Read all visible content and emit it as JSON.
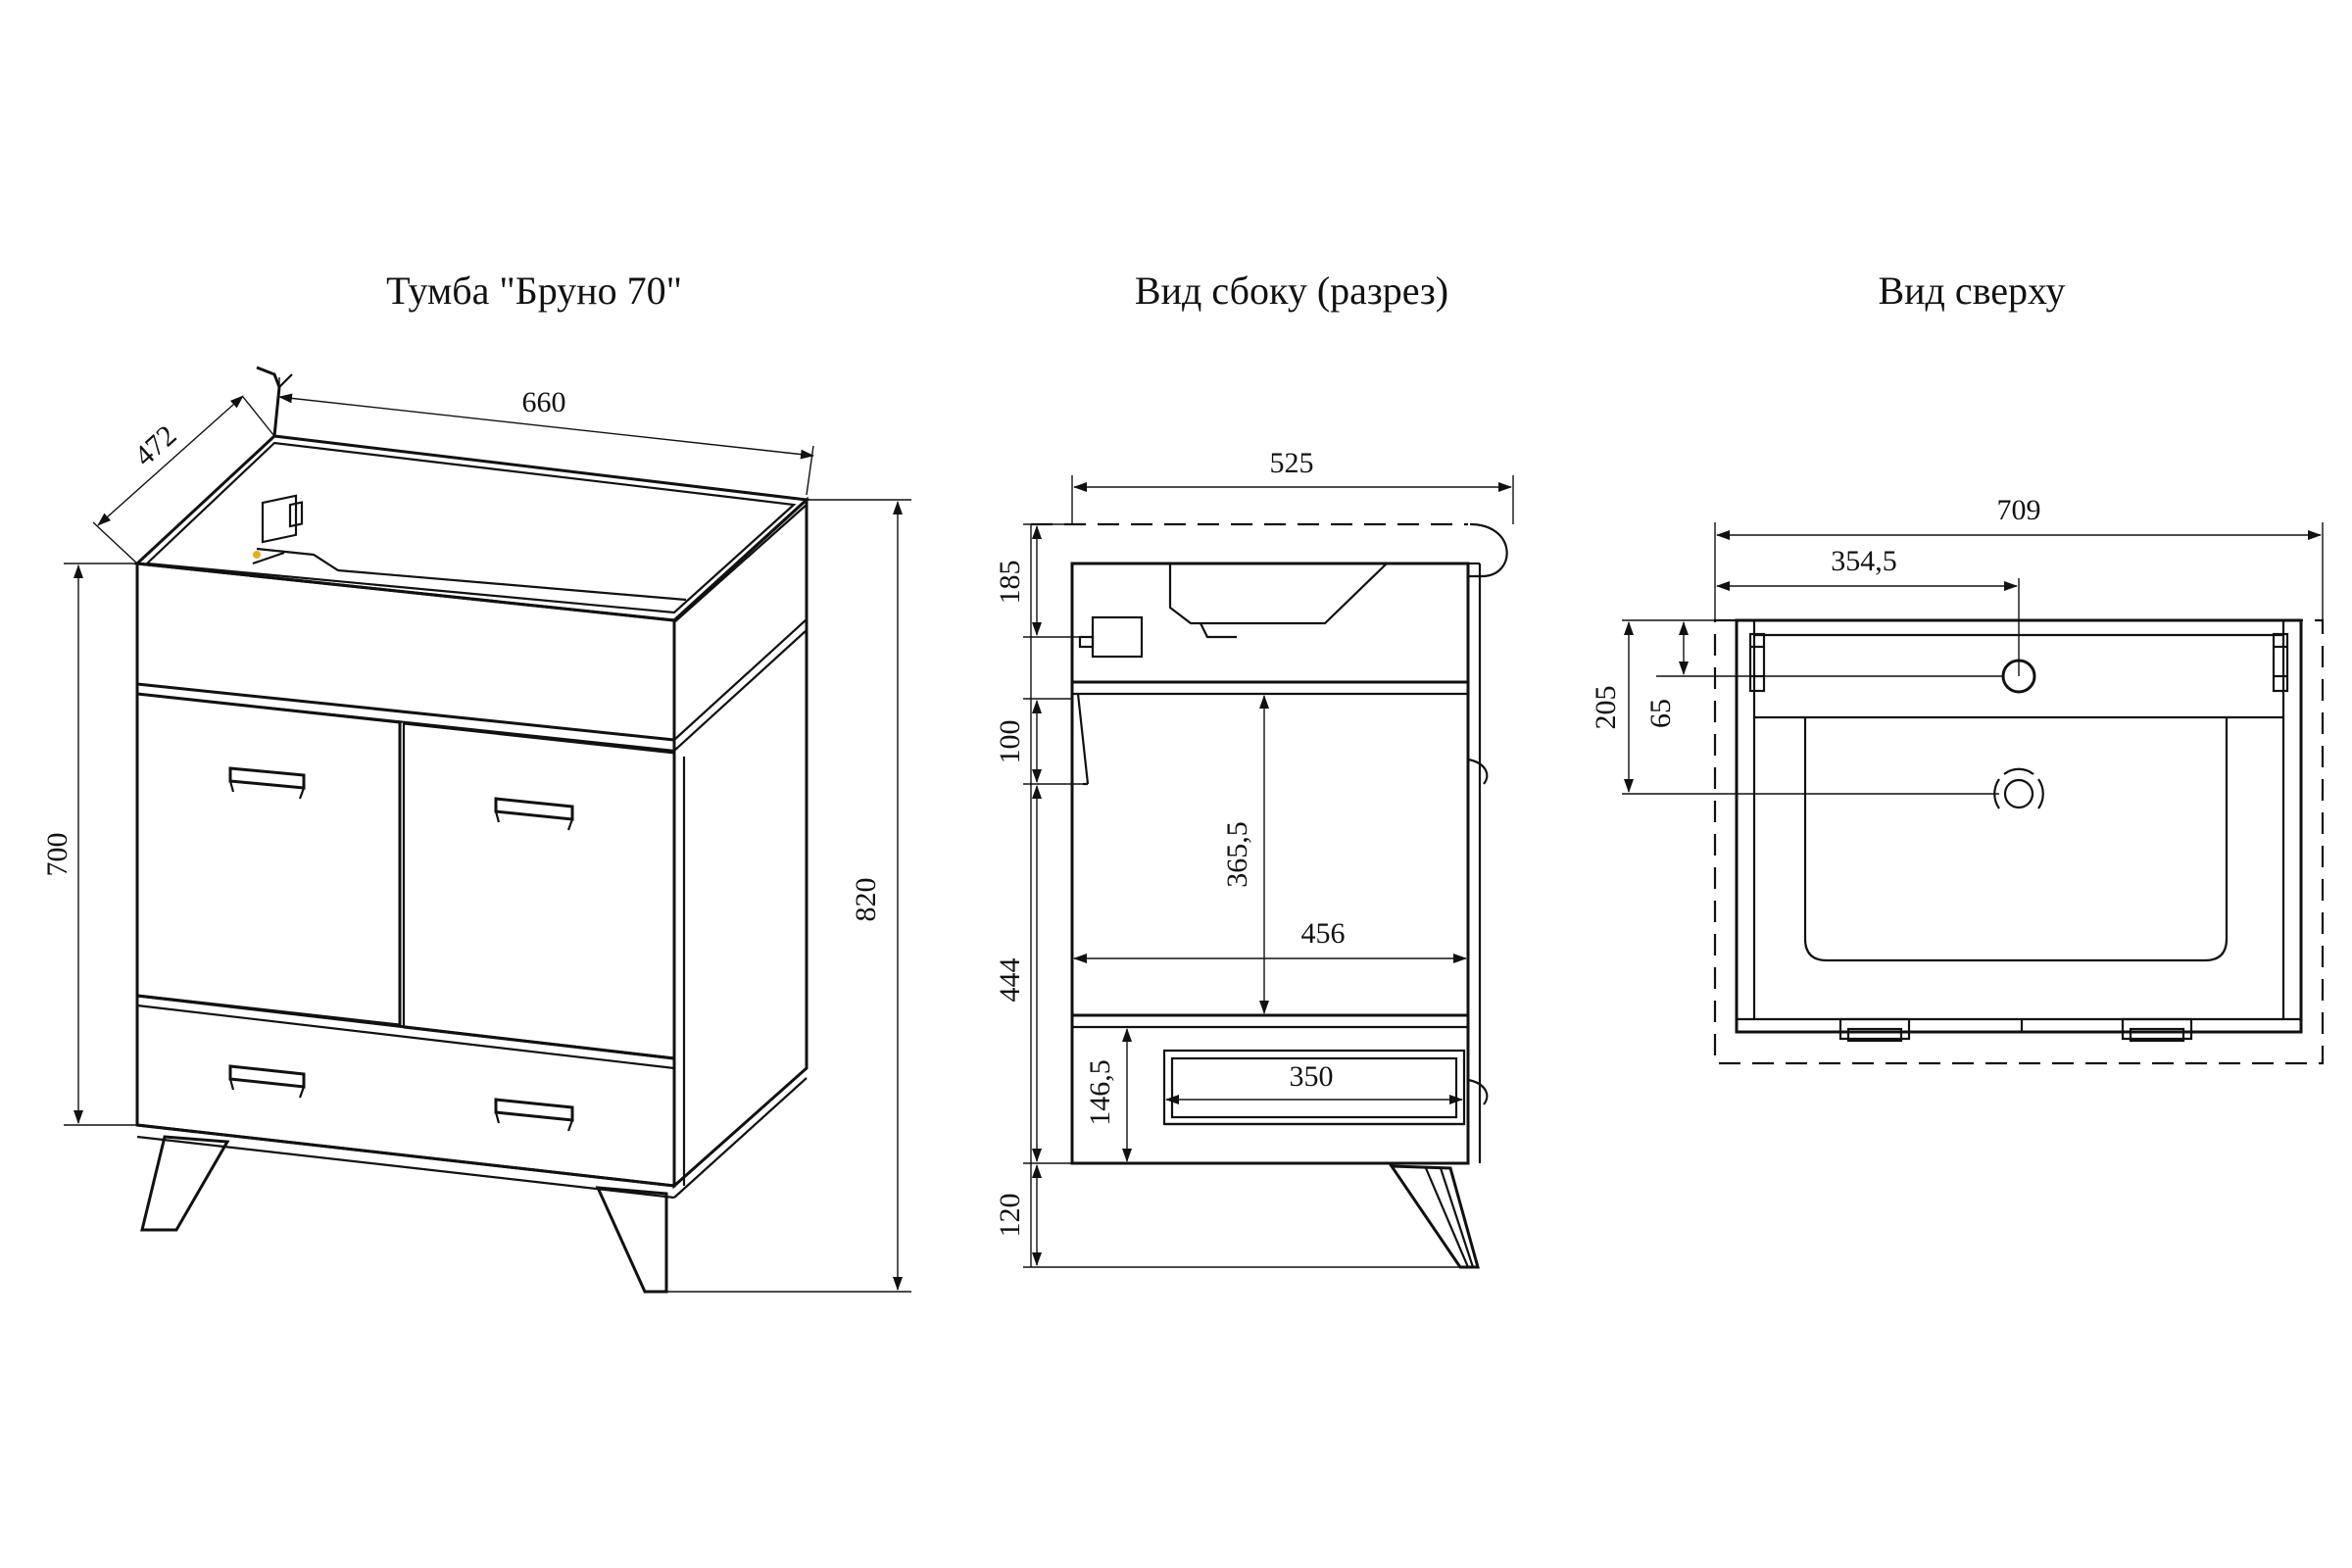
{
  "titles": {
    "main": "Тумба \"Бруно 70\"",
    "side": "Вид сбоку (разрез)",
    "top": "Вид сверху"
  },
  "dims": {
    "front": {
      "depth": "472",
      "width": "660",
      "body_height": "700",
      "total_height": "820"
    },
    "side": {
      "depth": "525",
      "top_height": "185",
      "gap": "100",
      "inner_height": "365,5",
      "inner_width": "456",
      "lower_height": "444",
      "drawer_height": "146,5",
      "drawer_width": "350",
      "legs": "120"
    },
    "top": {
      "width": "709",
      "half_width": "354,5",
      "depth": "205",
      "hole_offset": "65"
    }
  },
  "colors": {
    "line": "#111111",
    "background": "#ffffff",
    "accent": "#e0b020"
  }
}
